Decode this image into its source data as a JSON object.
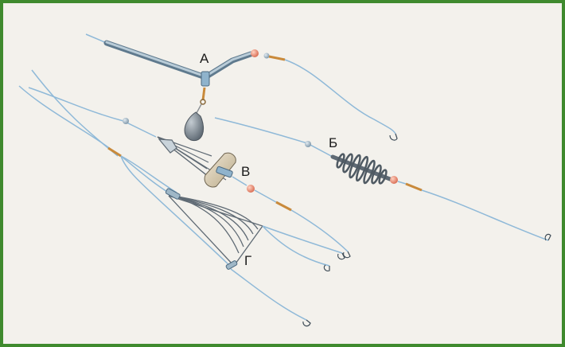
{
  "labels": {
    "a": "А",
    "b": "Б",
    "v": "В",
    "g": "Г"
  },
  "colors": {
    "frame": "#3f8a2e",
    "background": "#f3f1ec",
    "line": "#8fb9d8",
    "tube": "#9fb7c7",
    "bead_red": "#e88870",
    "bead_blue": "#9bb4c6",
    "swivel": "#c98a3b",
    "weight": "#7d8790"
  }
}
